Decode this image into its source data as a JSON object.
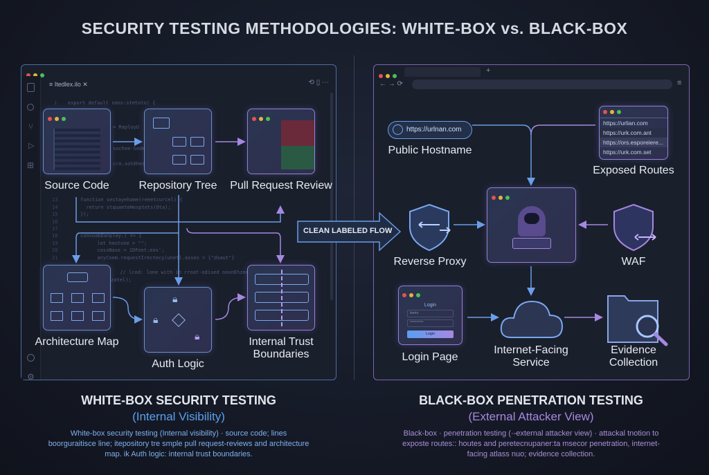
{
  "title": "SECURITY TESTING METHODOLOGIES: WHITE-BOX vs. BLACK-BOX",
  "center_flow": "CLEAN LABELED FLOW",
  "white_box": {
    "editor_tab": "Itedlex.ilo",
    "code_lines": [
      "export default sons:stetoto) {",
      "= RaployU",
      "sochee-Sede",
      "cro.xotéhest",
      "function sestayehame(reeetcurcel) {",
      "  return stquaeteHesptets(Ota);",
      "});",
      "convoabDanpley:) => {",
      "  let heotone = \"\";",
      "  cossNase = 1DFeet:eos';",
      "  anyCoem.requestIrectecy(unetl.asses = {\"dsaut\"}",
      "  // lcod: lone with in rroat-odised oounEhzee",
      "zatel);"
    ],
    "line_numbers": [
      "1",
      "13",
      "14",
      "15",
      "16",
      "17",
      "18",
      "19",
      "20",
      "21"
    ],
    "nodes": {
      "source_code": "Source Code",
      "repository_tree": "Repository Tree",
      "pr_review": "Pull Request Review",
      "architecture_map": "Architecture Map",
      "auth_logic": "Auth Logic",
      "trust_boundaries": "Internal Trust Boundaries"
    },
    "heading": "WHITE-BOX SECURITY TESTING",
    "subheading": "(Internal Visibility)",
    "description": "White-box security testing (Internal visibility) · source code; lines boorguraitisce line; itepository tre smple pull request-reviews and architecture map. ik Auth logic: internal trust boundaries."
  },
  "black_box": {
    "url_bar": "",
    "hostname_url": "https://urlnan.com",
    "routes": [
      "https://urlian.com",
      "https://urk.com.ant",
      "https://ors.esporeiere...",
      "https://urk.com.set"
    ],
    "login": {
      "title": "Login",
      "username": "loenn",
      "password": "**********",
      "button": "Login"
    },
    "nodes": {
      "public_hostname": "Public Hostname",
      "exposed_routes": "Exposed Routes",
      "reverse_proxy": "Reverse Proxy",
      "waf": "WAF",
      "login_page": "Login Page",
      "internet_service": "Internet-Facing Service",
      "evidence": "Evidence Collection"
    },
    "heading": "BLACK-BOX PENETRATION TESTING",
    "subheading": "(External Attacker View)",
    "description": "Black-box · penetration testing (·-external attacker view) · attackal tnotion to exposte routes:: houtes and peretecnupaner:ta msecor penetration, internet-facing atlass nuo; evidence collection."
  },
  "colors": {
    "blue": "#6a9ee8",
    "purple": "#a688e0",
    "bg": "#151a26"
  }
}
